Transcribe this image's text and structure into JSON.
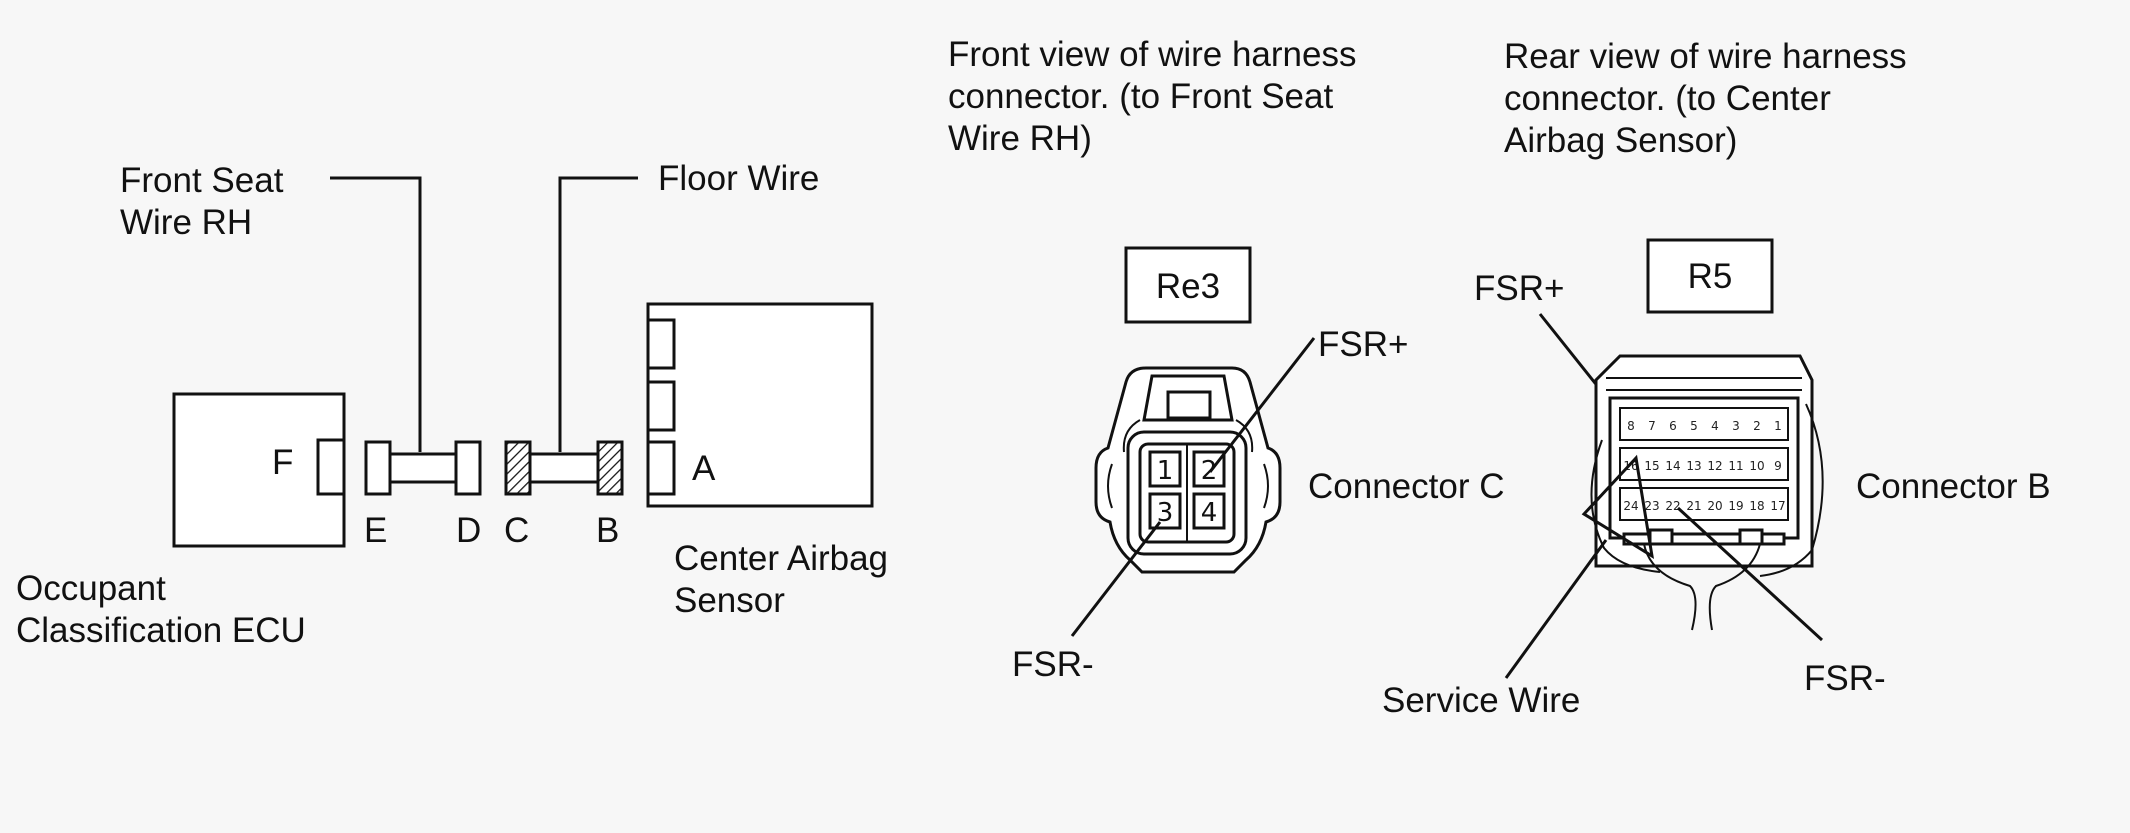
{
  "left": {
    "front_seat_wire_rh": [
      "Front Seat",
      "Wire RH"
    ],
    "floor_wire": "Floor Wire",
    "connector_f": "F",
    "connector_e": "E",
    "connector_d": "D",
    "connector_c": "C",
    "connector_b": "B",
    "connector_a": "A",
    "occupant_ecu": [
      "Occupant",
      "Classification ECU"
    ],
    "center_airbag_sensor": [
      "Center Airbag",
      "Sensor"
    ]
  },
  "front_view": {
    "caption": [
      "Front view of wire harness",
      "connector. (to Front Seat",
      "Wire RH)"
    ],
    "code": "Re3",
    "fsr_plus": "FSR+",
    "fsr_minus": "FSR-",
    "connector_name": "Connector C",
    "pins": [
      "1",
      "2",
      "3",
      "4"
    ]
  },
  "rear_view": {
    "caption": [
      "Rear view of wire harness",
      "connector. (to Center",
      "Airbag Sensor)"
    ],
    "code": "R5",
    "fsr_plus": "FSR+",
    "fsr_minus": "FSR-",
    "connector_name": "Connector B",
    "service_wire": "Service Wire",
    "pin_rows": [
      [
        "8",
        "7",
        "6",
        "5",
        "4",
        "3",
        "2",
        "1"
      ],
      [
        "16",
        "15",
        "14",
        "13",
        "12",
        "11",
        "10",
        "9"
      ],
      [
        "24",
        "23",
        "22",
        "21",
        "20",
        "19",
        "18",
        "17"
      ]
    ]
  }
}
